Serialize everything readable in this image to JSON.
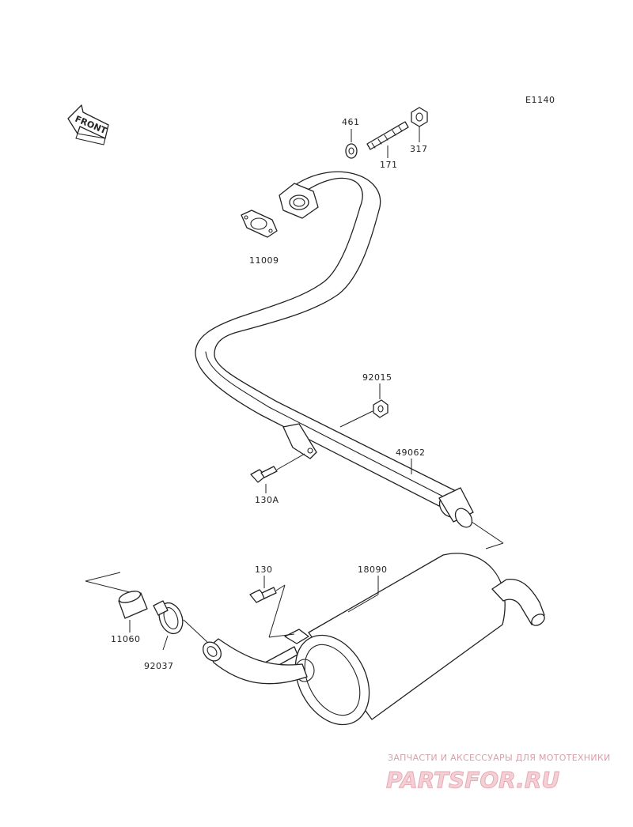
{
  "diagram_code": "E1140",
  "front_label": "FRONT",
  "parts": [
    {
      "id": "p461",
      "number": "461"
    },
    {
      "id": "p171",
      "number": "171"
    },
    {
      "id": "p317",
      "number": "317"
    },
    {
      "id": "p11009",
      "number": "11009"
    },
    {
      "id": "p92015",
      "number": "92015"
    },
    {
      "id": "p49062",
      "number": "49062"
    },
    {
      "id": "p130A",
      "number": "130A"
    },
    {
      "id": "p130",
      "number": "130"
    },
    {
      "id": "p18090",
      "number": "18090"
    },
    {
      "id": "p11060",
      "number": "11060"
    },
    {
      "id": "p92037",
      "number": "92037"
    }
  ],
  "watermark": {
    "tagline": "ЗАПЧАСТИ И АКСЕССУАРЫ ДЛЯ МОТОТЕХНИКИ",
    "brand": "PARTSFOR.RU"
  }
}
